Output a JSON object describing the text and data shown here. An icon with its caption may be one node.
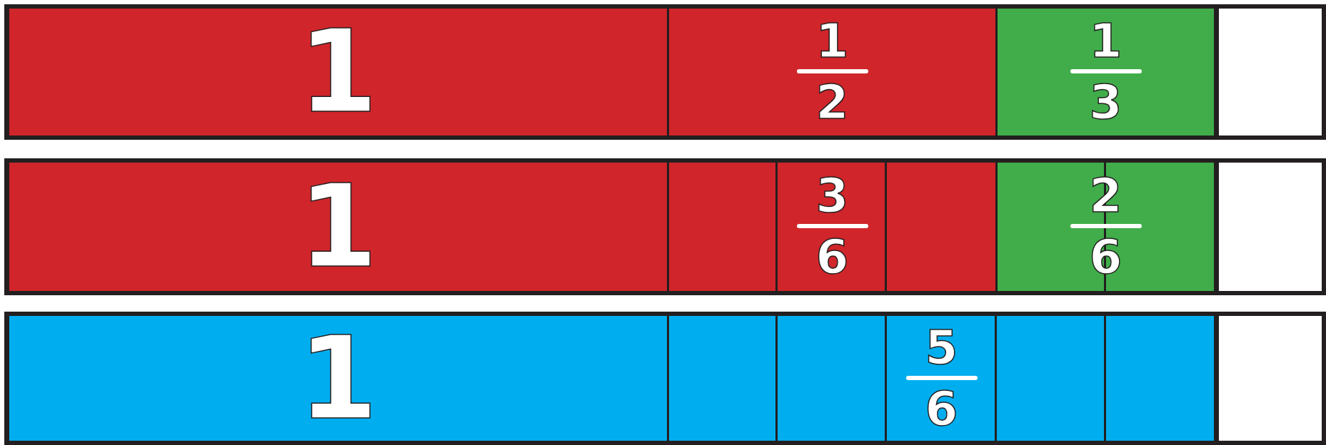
{
  "diagram": {
    "nodes": [
      {
        "text": [
          "1"
        ]
      },
      {
        "text": [
          "1",
          "2"
        ]
      },
      {
        "text": [
          "1",
          "3"
        ]
      },
      {
        "text": [],
        "shape": "box"
      },
      {
        "text": [
          "1"
        ]
      },
      {
        "text": [
          "3",
          "6"
        ]
      },
      {
        "text": [
          "2",
          "6"
        ]
      },
      {
        "text": [],
        "shape": "box"
      },
      {
        "text": [
          "1"
        ]
      },
      {
        "text": [
          "5",
          "6"
        ]
      },
      {
        "text": [],
        "shape": "box"
      }
    ]
  }
}
